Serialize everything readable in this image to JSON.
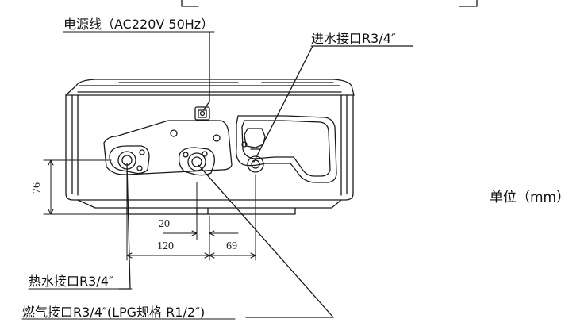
{
  "labels": {
    "power_cord": "电源线（AC220V 50Hz）",
    "water_inlet": "进水接口R3/4″",
    "hot_water_outlet": "热水接口R3/4″",
    "gas_inlet": "燃气接口R3/4″(LPG规格 R1/2″)",
    "unit": "单位（mm）"
  },
  "dimensions": {
    "height_76": "76",
    "offset_20": "20",
    "width_120": "120",
    "width_69": "69"
  }
}
